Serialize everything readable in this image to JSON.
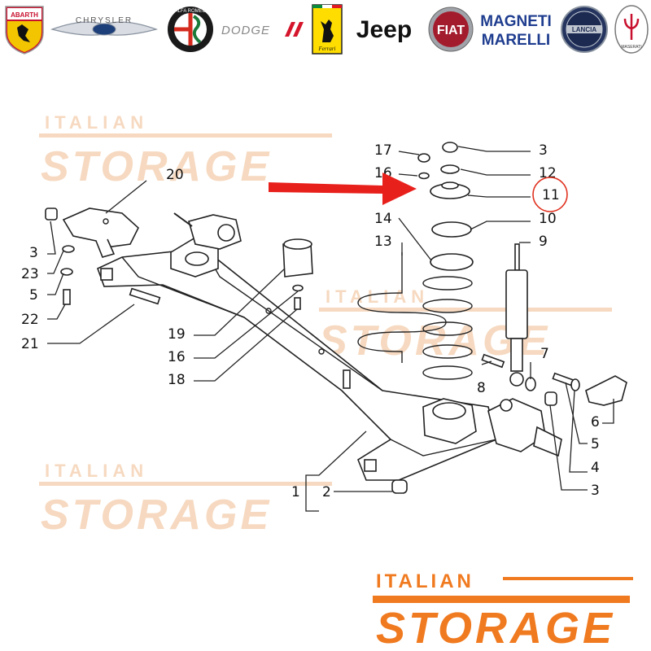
{
  "brands": {
    "abarth": "ABARTH",
    "chrysler": "CHRYSLER",
    "alfa_romeo": "ALFA ROMEO",
    "dodge": "DODGE",
    "ferrari": "Ferrari",
    "jeep": "Jeep",
    "fiat": "FIAT",
    "magneti_marelli_line1": "MAGNETI",
    "magneti_marelli_line2": "MARELLI",
    "lancia": "LANCIA",
    "maserati": "MASERATI"
  },
  "watermark": {
    "line1": "ITALIAN",
    "line2": "STORAGE"
  },
  "logo": {
    "line1": "ITALIAN",
    "line2": "STORAGE"
  },
  "highlight": {
    "part_number": "11",
    "ring_color": "#e0301e",
    "arrow_color": "#e8201c"
  },
  "colors": {
    "logo_orange": "#f07a1f",
    "watermark_orange": "#f6d9c0",
    "line_art": "#222222"
  },
  "callouts": {
    "c3_top": "3",
    "c17": "17",
    "c16_top": "16",
    "c12": "12",
    "c11": "11",
    "c14": "14",
    "c10": "10",
    "c13": "13",
    "c9": "9",
    "c20": "20",
    "c3_left": "3",
    "c23": "23",
    "c5_left": "5",
    "c22": "22",
    "c21": "21",
    "c19": "19",
    "c16_mid": "16",
    "c18": "18",
    "c7": "7",
    "c8": "8",
    "c6": "6",
    "c5_right": "5",
    "c4": "4",
    "c3_bottom": "3",
    "c1": "1",
    "c2": "2"
  }
}
